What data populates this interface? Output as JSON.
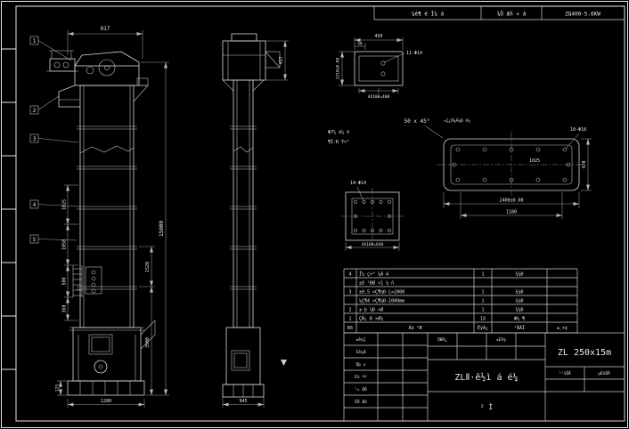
{
  "header_strip": {
    "cell1": "¼ê¶ é Î¼ á",
    "cell2": "¾Õ Æñ » á",
    "cell3": "ZQ400-5.6KW"
  },
  "balloons": {
    "b1": "1",
    "b2": "2",
    "b3": "3",
    "b4": "4",
    "b5": "5"
  },
  "front": {
    "dim_width": "917",
    "dim_total_height": "15000",
    "dim_mid": "1520",
    "dim_lower": "3500",
    "dim_l1": "1025",
    "dim_l2": "1050",
    "dim_l3": "500",
    "dim_l4": "360",
    "dim_base_h": "125",
    "dim_base_w": "1280"
  },
  "side": {
    "dim_head": "437",
    "dim_base": "945"
  },
  "channel": {
    "dim_width": "450",
    "dim_offset": "50",
    "note_holes": "11-Φ14",
    "dim_height": "2210±0.08",
    "dim_spacing": "4X100=400"
  },
  "notes": {
    "chamfer": "50 x 45°",
    "weld1": "Φ7¼ á¼ ñ",
    "weld2": "¶Ì·Ð Ý×°",
    "plate_note": "¤Ç¿Õ¼Á¼Ð ñ¼"
  },
  "plate": {
    "note_holes": "10-Φ18",
    "dim_inner": "1025",
    "dim_length": "2400±0.08",
    "dim_inner_len": "1180",
    "dim_height": "470"
  },
  "flange": {
    "note_holes": "14-Φ14",
    "dim_spacing": "4X160=640"
  },
  "bom": {
    "rows": [
      {
        "no": "4",
        "name": "Î¼ ç×° ¼Á й",
        "qty": "1",
        "mat": "¾¼Ð"
      },
      {
        "no": "",
        "name": "±ð ¹ÐØ ×1 ¼ ñ",
        "qty": "",
        "mat": ""
      },
      {
        "no": "3",
        "name": "±0.5 ×Ç¶¼Ð L=2000",
        "qty": "1",
        "mat": "¾¼Ð"
      },
      {
        "no": "",
        "name": "¼Ç¶4 ×Ç¶¼Ð-1000mm",
        "qty": "1",
        "mat": "¾¼Ð"
      },
      {
        "no": "2",
        "name": "±·þ ¼Ð ×Ø",
        "qty": "1",
        "mat": "¾¼Ð"
      },
      {
        "no": "1",
        "name": "ÇÑ¡ Ð ×Ø¼",
        "qty": "1X",
        "mat": "Ф¼ ¶"
      }
    ],
    "headers": {
      "no": "Ðð",
      "name": "Ãû ³Æ",
      "qty": "ÊýÁ¿",
      "mat": "²ÄÁÏ",
      "notes": "±¸×¢"
    }
  },
  "titleblock": {
    "r1": "±ê¼Ç",
    "r2": "Éè¼Æ",
    "r3": "Öþ ͼ",
    "r4": "Éó ºº",
    "r5": "¹¤ ÒÕ",
    "r6": "ÈÕ ÆÚ",
    "weight_label": "ÖØÁ¿",
    "scale_label": "±ÈÀý",
    "title": "ZLⅡ·ê½ì á é¼",
    "model": "ZL 250x15m",
    "sheet": "² Ì",
    "sheet_a": "¹²1ÕÅ",
    "sheet_b": "µÚ1ÕÅ"
  }
}
